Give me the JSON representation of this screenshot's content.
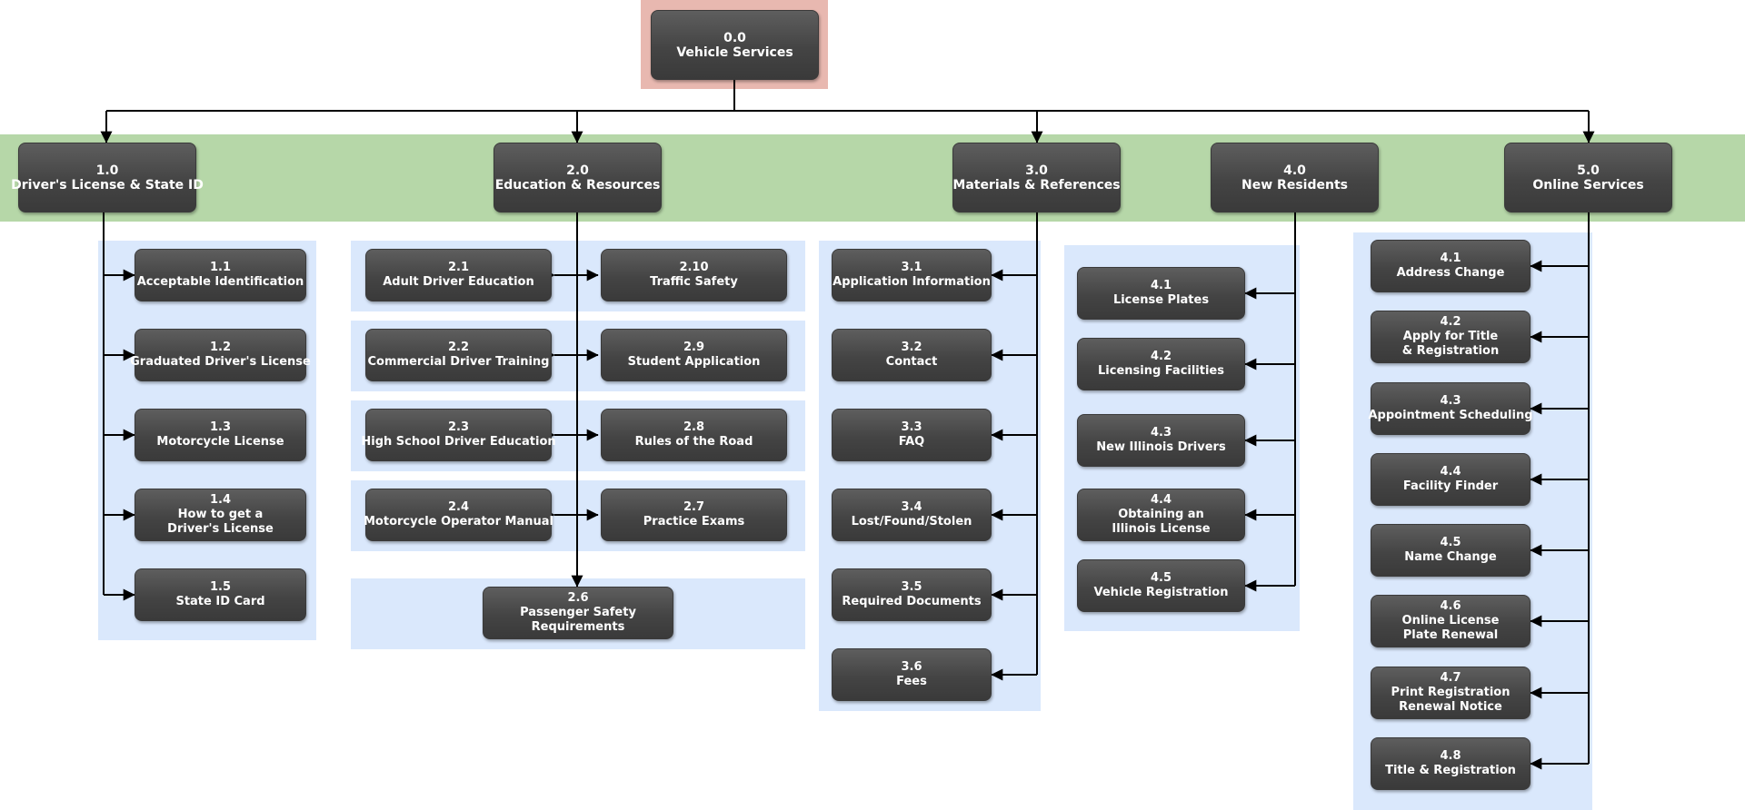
{
  "diagram": {
    "root": {
      "id": "0.0",
      "label": "Vehicle Services"
    },
    "sections": [
      {
        "key": "s1",
        "id": "1.0",
        "label": "Driver's License & State ID",
        "children": [
          {
            "id": "1.1",
            "label": "Acceptable Identification"
          },
          {
            "id": "1.2",
            "label": "Graduated Driver's License"
          },
          {
            "id": "1.3",
            "label": "Motorcycle License"
          },
          {
            "id": "1.4",
            "label": "How to get a\nDriver's License"
          },
          {
            "id": "1.5",
            "label": "State ID Card"
          }
        ]
      },
      {
        "key": "s2",
        "id": "2.0",
        "label": "Education & Resources",
        "children": [
          {
            "id": "2.1",
            "label": "Adult Driver Education"
          },
          {
            "id": "2.10",
            "label": "Traffic Safety"
          },
          {
            "id": "2.2",
            "label": "Commercial Driver Training"
          },
          {
            "id": "2.9",
            "label": "Student Application"
          },
          {
            "id": "2.3",
            "label": "High School Driver Education"
          },
          {
            "id": "2.8",
            "label": "Rules of the Road"
          },
          {
            "id": "2.4",
            "label": "Motorcycle Operator Manual"
          },
          {
            "id": "2.7",
            "label": "Practice Exams"
          },
          {
            "id": "2.6",
            "label": "Passenger Safety\nRequirements"
          }
        ]
      },
      {
        "key": "s3",
        "id": "3.0",
        "label": "Materials & References",
        "children": [
          {
            "id": "3.1",
            "label": "Application Information"
          },
          {
            "id": "3.2",
            "label": "Contact"
          },
          {
            "id": "3.3",
            "label": "FAQ"
          },
          {
            "id": "3.4",
            "label": "Lost/Found/Stolen"
          },
          {
            "id": "3.5",
            "label": "Required Documents"
          },
          {
            "id": "3.6",
            "label": "Fees"
          }
        ]
      },
      {
        "key": "s4",
        "id": "4.0",
        "label": "New Residents",
        "children": [
          {
            "id": "4.1",
            "label": "License Plates"
          },
          {
            "id": "4.2",
            "label": "Licensing Facilities"
          },
          {
            "id": "4.3",
            "label": "New Illinois Drivers"
          },
          {
            "id": "4.4",
            "label": "Obtaining an\nIllinois License"
          },
          {
            "id": "4.5",
            "label": "Vehicle Registration"
          }
        ]
      },
      {
        "key": "s5",
        "id": "5.0",
        "label": "Online Services",
        "children": [
          {
            "id": "4.1",
            "label": "Address Change"
          },
          {
            "id": "4.2",
            "label": "Apply for Title\n& Registration"
          },
          {
            "id": "4.3",
            "label": "Appointment Scheduling"
          },
          {
            "id": "4.4",
            "label": "Facility Finder"
          },
          {
            "id": "4.5",
            "label": "Name Change"
          },
          {
            "id": "4.6",
            "label": "Online License\nPlate Renewal"
          },
          {
            "id": "4.7",
            "label": "Print Registration\nRenewal Notice"
          },
          {
            "id": "4.8",
            "label": "Title & Registration"
          }
        ]
      }
    ]
  },
  "colors": {
    "root_band": "#e8b8b0",
    "section_band": "#b6d7a8",
    "group_band": "#dae8fc",
    "node_fill": "#4a4a4a",
    "node_text": "#ffffff",
    "connector": "#000000"
  }
}
